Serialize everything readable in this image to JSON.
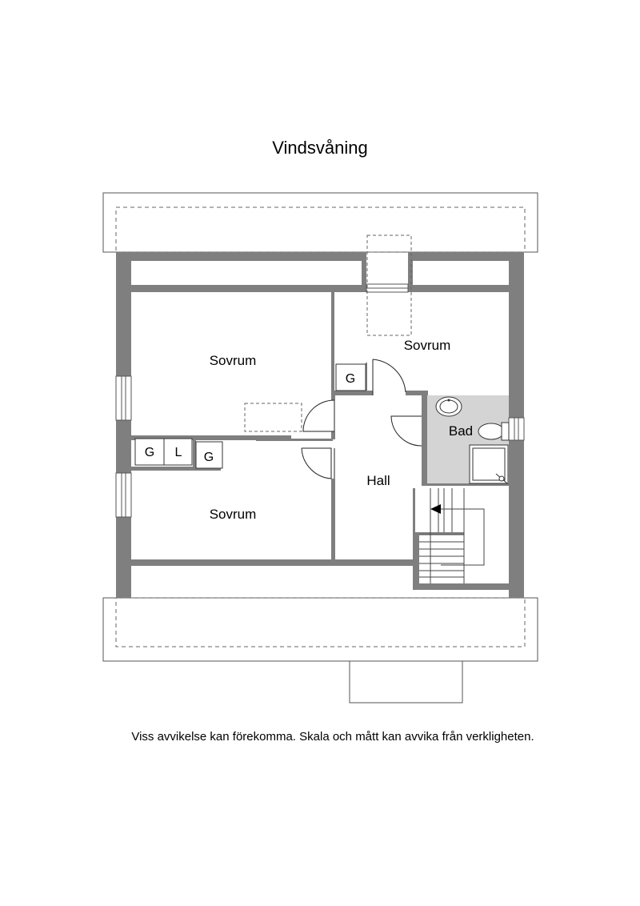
{
  "title": "Vindsvåning",
  "disclaimer": "Viss avvikelse kan förekomma. Skala och mått kan avvika från verkligheten.",
  "colors": {
    "wall": "#7f7f7f",
    "bath_floor": "#d4d4d4",
    "line": "#333333"
  },
  "rooms": {
    "bedroom_top_left": "Sovrum",
    "bedroom_top_right": "Sovrum",
    "bedroom_bottom_left": "Sovrum",
    "hall": "Hall",
    "bath": "Bad"
  },
  "storage": {
    "closet_top_right": "G",
    "closet_left_1": "G",
    "closet_left_2": "L",
    "closet_bottom": "G"
  }
}
